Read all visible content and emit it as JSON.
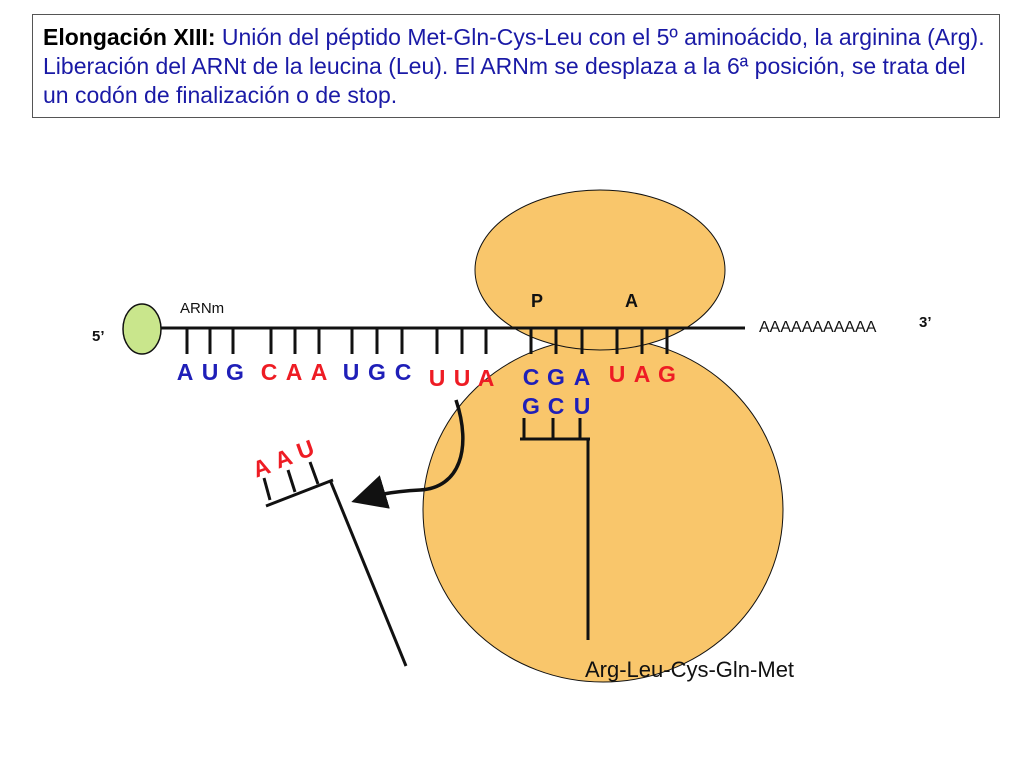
{
  "caption": {
    "lead": "Elongación XIII:",
    "body": " Unión del péptido Met-Gln-Cys-Leu con el 5º aminoácido, la arginina (Arg). Liberación del ARNt de la leucina (Leu). El ARNm se desplaza a la 6ª posición, se trata del un codón de finalización o de stop."
  },
  "mrna": {
    "label": "ARNm",
    "five_prime": "5’",
    "three_prime": "3’",
    "poly_a": "AAAAAAAAAAA",
    "codons": [
      {
        "bases": [
          "A",
          "U",
          "G"
        ]
      },
      {
        "bases": [
          "C",
          "A",
          "A"
        ]
      },
      {
        "bases": [
          "U",
          "G",
          "C"
        ]
      },
      {
        "bases": [
          "U",
          "U",
          "A"
        ]
      },
      {
        "bases": [
          "C",
          "G",
          "A"
        ]
      },
      {
        "bases": [
          "U",
          "A",
          "G"
        ]
      }
    ]
  },
  "ribosome": {
    "site_p": "P",
    "site_a": "A"
  },
  "trna_bound": {
    "anticodon": [
      "G",
      "C",
      "U"
    ]
  },
  "trna_released": {
    "anticodon": [
      "A",
      "A",
      "U"
    ]
  },
  "peptide": "Arg-Leu-Cys-Gln-Met",
  "colors": {
    "ribosome_fill": "#f9c66b",
    "cap_fill": "#c9e68c",
    "base_blue": "#1f1fb8",
    "base_red": "#ee1c24",
    "caption_blue": "#1a1aa6",
    "outline": "#111111"
  }
}
